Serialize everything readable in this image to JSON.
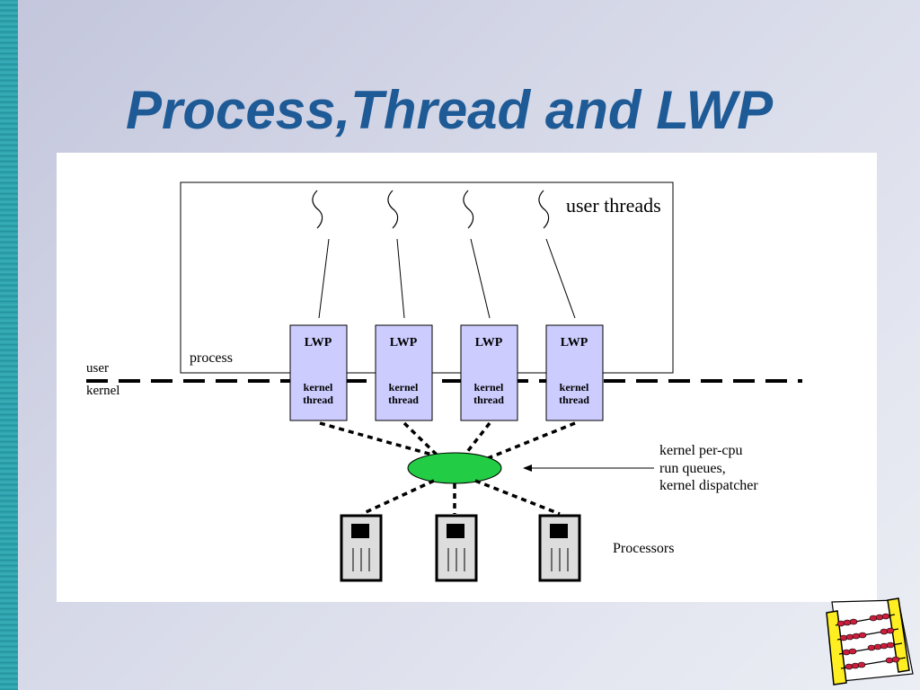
{
  "slide": {
    "title": "Process,Thread and LWP"
  },
  "diagram": {
    "user_threads_label": "user threads",
    "process_label": "process",
    "user_label": "user",
    "kernel_label": "kernel",
    "lwps": [
      {
        "label": "LWP",
        "kernel_line1": "kernel",
        "kernel_line2": "thread"
      },
      {
        "label": "LWP",
        "kernel_line1": "kernel",
        "kernel_line2": "thread"
      },
      {
        "label": "LWP",
        "kernel_line1": "kernel",
        "kernel_line2": "thread"
      },
      {
        "label": "LWP",
        "kernel_line1": "kernel",
        "kernel_line2": "thread"
      }
    ],
    "dispatcher_lines": [
      "kernel per-cpu",
      "run queues,",
      "kernel dispatcher"
    ],
    "processors_label": "Processors",
    "colors": {
      "lwp_fill": "#ccccff",
      "dispatcher_fill": "#22cc44",
      "title": "#1e5a96"
    }
  }
}
